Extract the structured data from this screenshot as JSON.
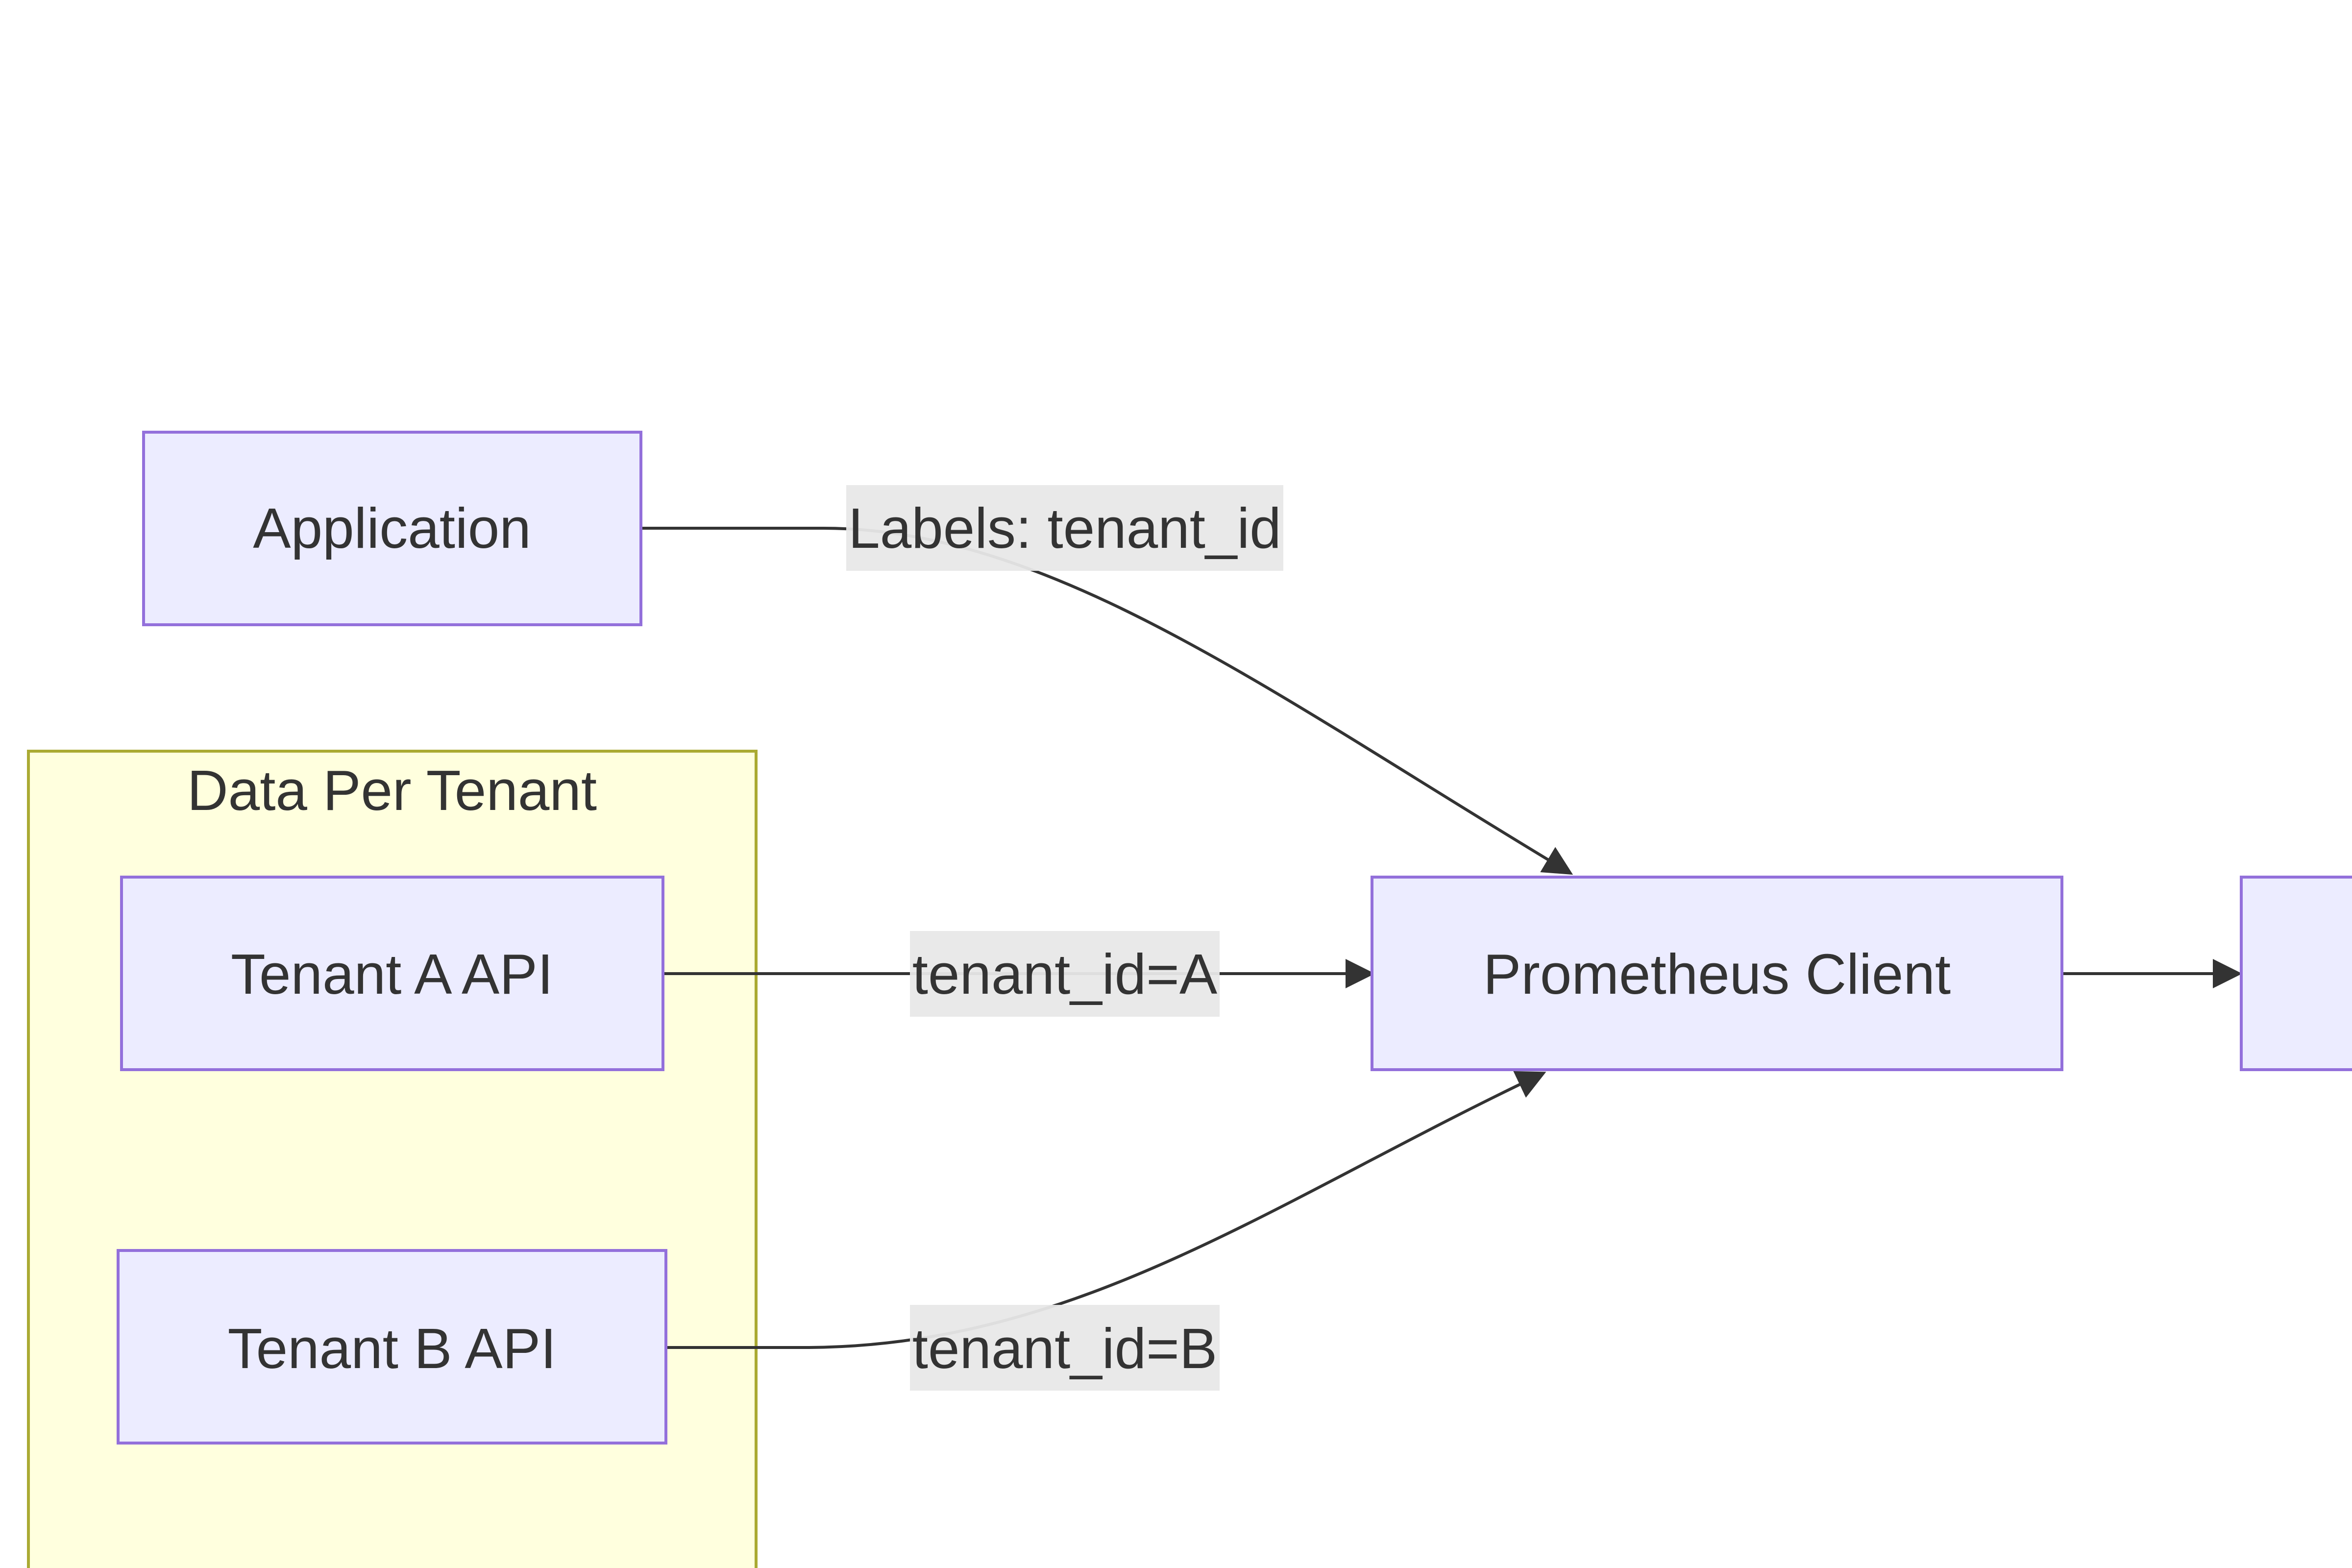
{
  "diagram": {
    "cluster": {
      "title": "Data Per Tenant",
      "fill": "#FFFFDE",
      "stroke": "#AAAA33"
    },
    "nodes": {
      "application": "Application",
      "tenant_a": "Tenant A API",
      "tenant_b": "Tenant B API",
      "prometheus_client": "Prometheus Client"
    },
    "edges": {
      "app_to_client": "Labels: tenant_id",
      "a_to_client": "tenant_id=A",
      "b_to_client": "tenant_id=B"
    },
    "colors": {
      "node_fill": "#ECECFF",
      "node_stroke": "#9370DB",
      "edge": "#333333",
      "label_bg": "#E8E8E8"
    }
  }
}
